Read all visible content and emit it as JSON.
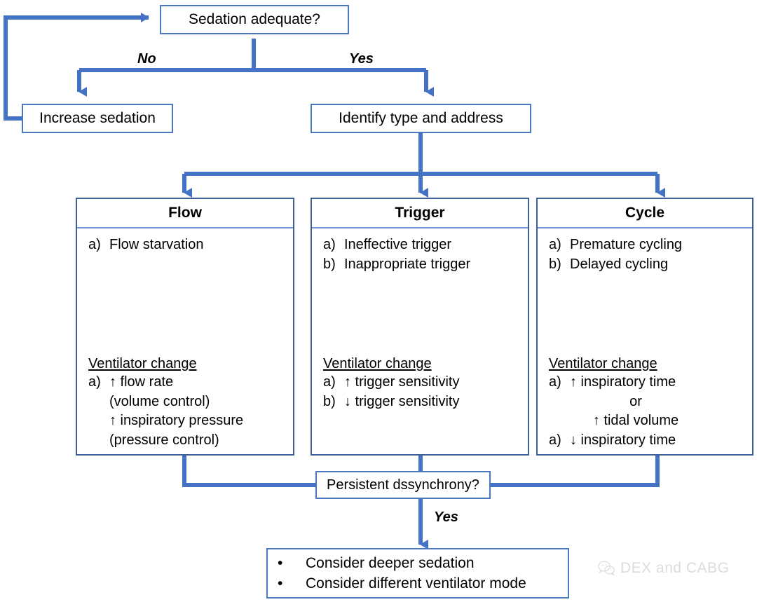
{
  "diagram": {
    "title_nodes": {
      "sedation_adequate": "Sedation adequate?",
      "increase_sedation": "Increase sedation",
      "identify_type": "Identify type and address",
      "persistent_dyssynchrony": "Persistent dssynchrony?"
    },
    "edge_labels": {
      "no": "No",
      "yes": "Yes",
      "yes_bottom": "Yes"
    },
    "panels": [
      {
        "id": "flow",
        "header": "Flow",
        "problems": [
          {
            "marker": "a)",
            "text": "Flow starvation"
          }
        ],
        "change_title": "Ventilator change",
        "changes": [
          {
            "marker": "a)",
            "text": "↑ flow rate"
          },
          {
            "marker": "",
            "text": "(volume control)"
          },
          {
            "marker": "",
            "text": "↑ inspiratory pressure"
          },
          {
            "marker": "",
            "text": "(pressure control)"
          }
        ],
        "centered_lines": []
      },
      {
        "id": "trigger",
        "header": "Trigger",
        "problems": [
          {
            "marker": "a)",
            "text": "Ineffective trigger"
          },
          {
            "marker": "b)",
            "text": "Inappropriate trigger"
          }
        ],
        "change_title": "Ventilator change",
        "changes": [
          {
            "marker": "a)",
            "text": "↑ trigger sensitivity"
          },
          {
            "marker": "b)",
            "text": "↓ trigger sensitivity"
          }
        ],
        "centered_lines": []
      },
      {
        "id": "cycle",
        "header": "Cycle",
        "problems": [
          {
            "marker": "a)",
            "text": "Premature cycling"
          },
          {
            "marker": "b)",
            "text": "Delayed cycling"
          }
        ],
        "change_title": "Ventilator change",
        "changes": [
          {
            "marker": "a)",
            "text": "↑ inspiratory time"
          },
          {
            "marker": "center",
            "text": "or"
          },
          {
            "marker": "center",
            "text": "↑ tidal volume"
          },
          {
            "marker": "a)",
            "text": "↓ inspiratory time"
          }
        ],
        "centered_lines": []
      }
    ],
    "final_box": {
      "bullet": "•",
      "items": [
        "Consider deeper sedation",
        "Consider different ventilator mode"
      ]
    },
    "watermark": {
      "icon": "wechat-icon",
      "text": "DEX and CABG"
    },
    "colors": {
      "connector_blue": "#4472C4",
      "node_border": "#4a77bd",
      "panel_border": "#3d5f93",
      "panel_header_rule": "#6e93ce",
      "text": "#000000",
      "watermark": "#dcdcdc"
    }
  }
}
